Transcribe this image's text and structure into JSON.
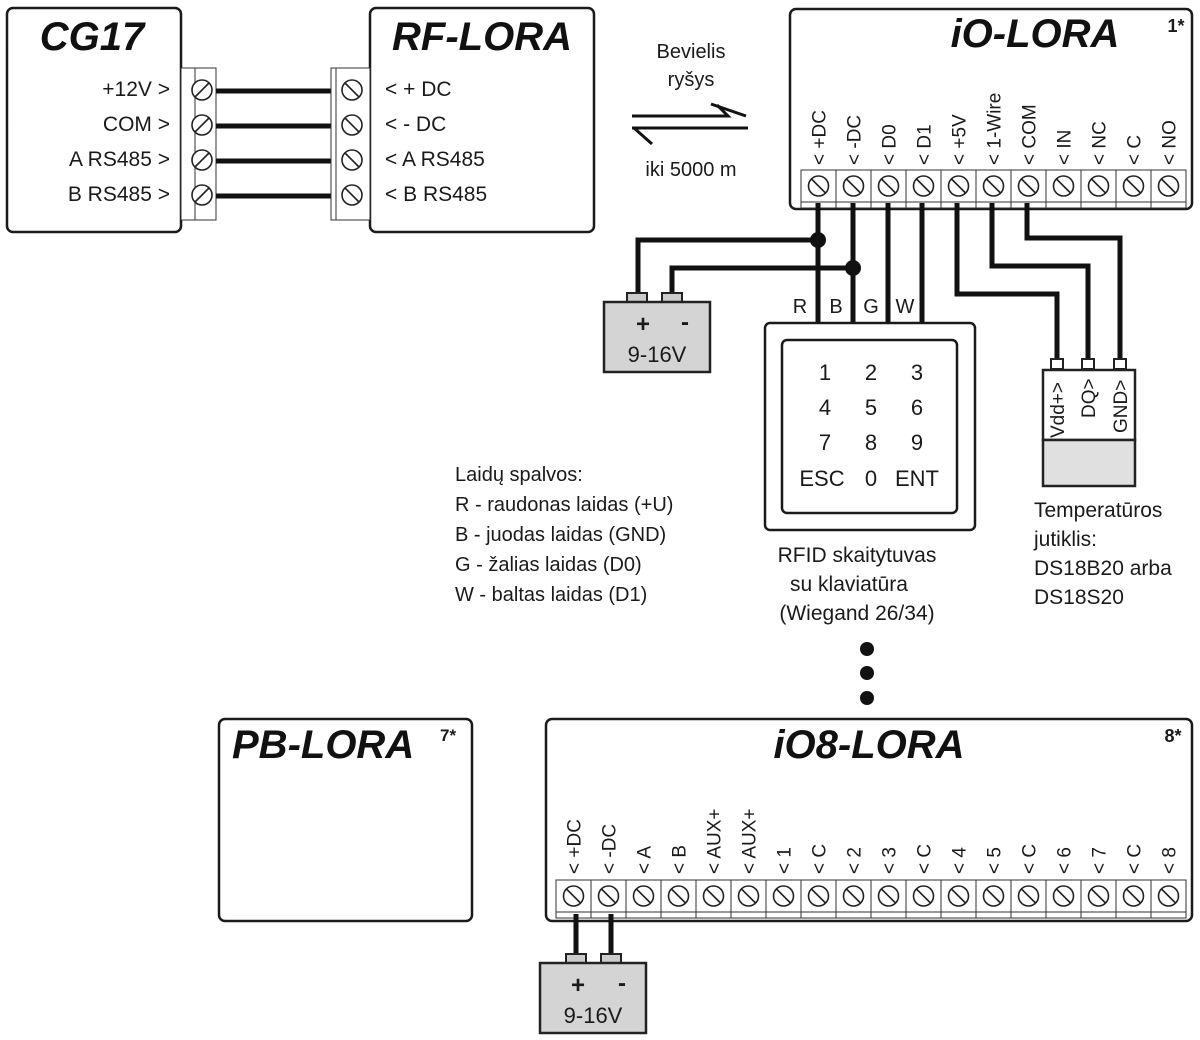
{
  "devices": {
    "cg17": {
      "title": "CG17",
      "terminals": [
        "+12V >",
        "COM >",
        "A RS485 >",
        "B RS485 >"
      ]
    },
    "rf_lora": {
      "title": "RF-LORA",
      "terminals": [
        "< + DC",
        "< - DC",
        "< A RS485",
        "< B RS485"
      ]
    },
    "io_lora": {
      "title": "iO-LORA",
      "index": "1*",
      "terminals": [
        "< +DC",
        "< -DC",
        "< D0",
        "< D1",
        "< +5V",
        "< 1-Wire",
        "< COM",
        "< IN",
        "< NC",
        "< C",
        "< NO"
      ]
    },
    "pb_lora": {
      "title": "PB-LORA",
      "index": "7*"
    },
    "io8_lora": {
      "title": "iO8-LORA",
      "index": "8*",
      "terminals": [
        "< +DC",
        "< -DC",
        "< A",
        "< B",
        "< AUX+",
        "< AUX+",
        "< 1",
        "< C",
        "< 2",
        "< 3",
        "< C",
        "< 4",
        "< 5",
        "< C",
        "< 6",
        "< 7",
        "< C",
        "< 8"
      ]
    }
  },
  "wireless": {
    "line1": "Bevielis",
    "line2": "ryšys",
    "range": "iki 5000 m"
  },
  "battery_top": {
    "plus": "+",
    "minus": "-",
    "voltage": "9-16V"
  },
  "battery_bottom": {
    "plus": "+",
    "minus": "-",
    "voltage": "9-16V"
  },
  "keypad": {
    "wire_labels": [
      "R",
      "B",
      "G",
      "W"
    ],
    "keys": [
      "1",
      "2",
      "3",
      "4",
      "5",
      "6",
      "7",
      "8",
      "9",
      "ESC",
      "0",
      "ENT"
    ],
    "caption": [
      "RFID skaitytuvas",
      "su klaviatūra",
      "(Wiegand 26/34)"
    ]
  },
  "sensor": {
    "pins": [
      "Vdd+>",
      "DQ>",
      "GND>"
    ],
    "caption": [
      "Temperatūros",
      "jutiklis:",
      "DS18B20 arba",
      "DS18S20"
    ]
  },
  "legend": {
    "title": "Laidų spalvos:",
    "items": [
      "R - raudonas laidas (+U)",
      "B - juodas laidas (GND)",
      "G - žalias laidas (D0)",
      "W - baltas laidas (D1)"
    ]
  },
  "colors": {
    "line": "#111111",
    "battery_fill": "#d4d4d4",
    "sensor_fill": "#e0e0e0"
  }
}
